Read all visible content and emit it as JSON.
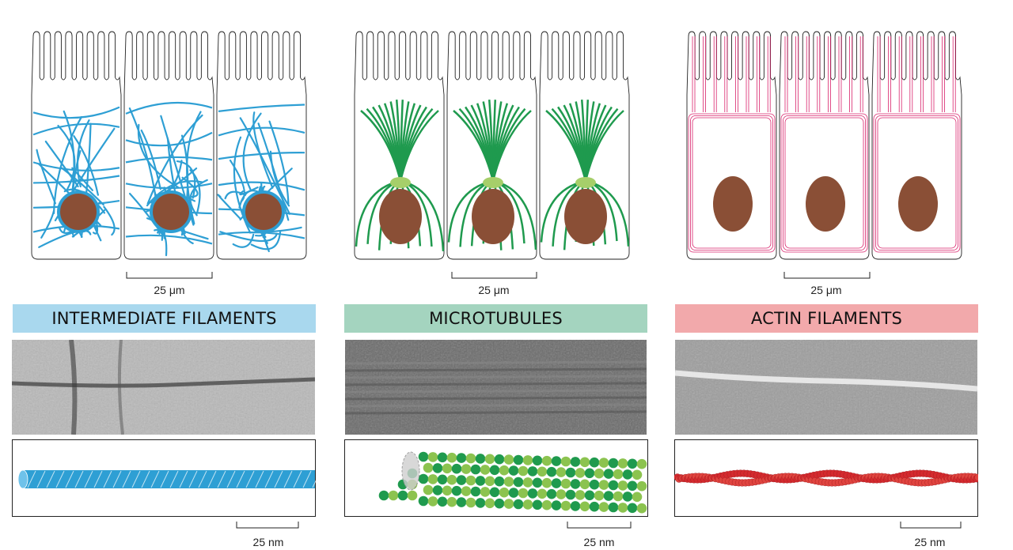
{
  "colors": {
    "intermediate": "#2e9fd4",
    "microtubule_dark": "#1f9a4e",
    "microtubule_light": "#8cc34f",
    "actin": "#d9226b",
    "actin_bead": "#d42a2e",
    "nucleus": "#8a4f36",
    "centrosome": "#a6cf6a",
    "banner_if": "#a9d8ee",
    "banner_mt": "#a4d4bf",
    "banner_af": "#f2a9ab"
  },
  "panels": [
    {
      "id": "intermediate",
      "cell_scale_label": "25 μm",
      "banner_label": "INTERMEDIATE FILAMENTS",
      "em_label": "",
      "model_scale_label": "25 nm",
      "icons": [
        "cell-drawing",
        "electron-micrograph",
        "filament-rope-model"
      ]
    },
    {
      "id": "microtubules",
      "cell_scale_label": "25 μm",
      "banner_label": "MICROTUBULES",
      "model_scale_label": "25 nm",
      "icons": [
        "cell-drawing",
        "electron-micrograph",
        "tubulin-tube-model"
      ]
    },
    {
      "id": "actin",
      "cell_scale_label": "25 μm",
      "banner_label": "ACTIN FILAMENTS",
      "model_scale_label": "25 nm",
      "icons": [
        "cell-drawing",
        "electron-micrograph",
        "actin-bead-model"
      ]
    }
  ]
}
